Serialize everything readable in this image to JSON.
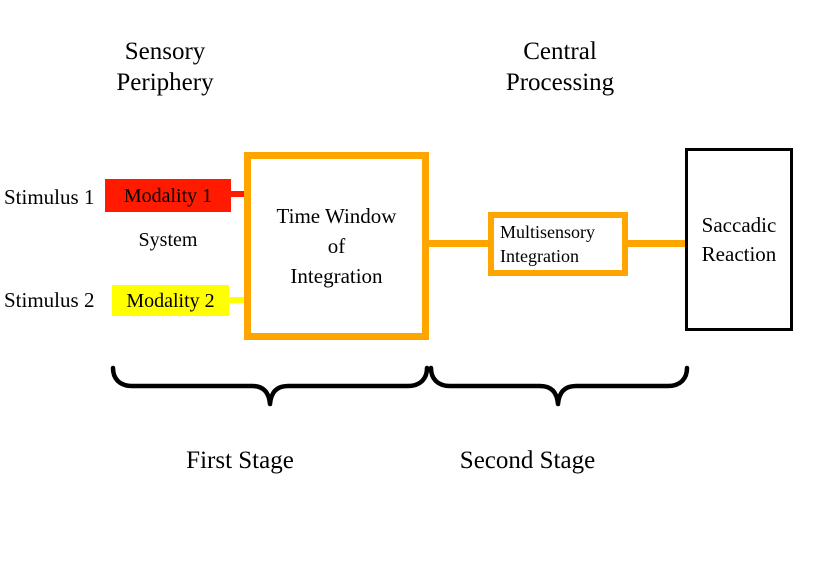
{
  "diagram": {
    "title_sections": {
      "left": "Sensory\nPeriphery",
      "right": "Central\nProcessing"
    },
    "inputs": [
      {
        "stimulus_label": "Stimulus 1",
        "modality_label": "Modality 1",
        "color": "#ff1a00"
      },
      {
        "stimulus_label": "Stimulus 2",
        "modality_label": "Modality 2",
        "color": "#ffff00"
      }
    ],
    "system_caption": "System",
    "boxes": {
      "time_window": {
        "label": "Time Window\nof\nIntegration",
        "border_color": "#ffa500"
      },
      "multisensory": {
        "label": "Multisensory\nIntegration",
        "border_color": "#ffa500"
      },
      "saccadic": {
        "label": "Saccadic\nReaction",
        "border_color": "#000000"
      }
    },
    "connector_color": "#ffa500",
    "stages": [
      {
        "label": "First Stage"
      },
      {
        "label": "Second Stage"
      }
    ]
  }
}
